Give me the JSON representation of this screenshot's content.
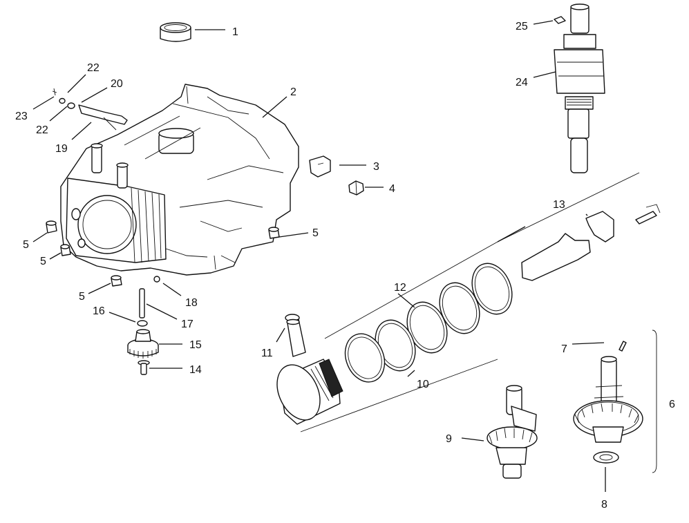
{
  "diagram": {
    "labels": {
      "1": "1",
      "2": "2",
      "3": "3",
      "4": "4",
      "5a": "5",
      "5b": "5",
      "5c": "5",
      "5d": "5",
      "6": "6",
      "7": "7",
      "8": "8",
      "9": "9",
      "10": "10",
      "11": "11",
      "12": "12",
      "13": "13",
      "14": "14",
      "15": "15",
      "16": "16",
      "17": "17",
      "18": "18",
      "19": "19",
      "20": "20",
      "22a": "22",
      "22b": "22",
      "23": "23",
      "24": "24",
      "25": "25"
    }
  }
}
